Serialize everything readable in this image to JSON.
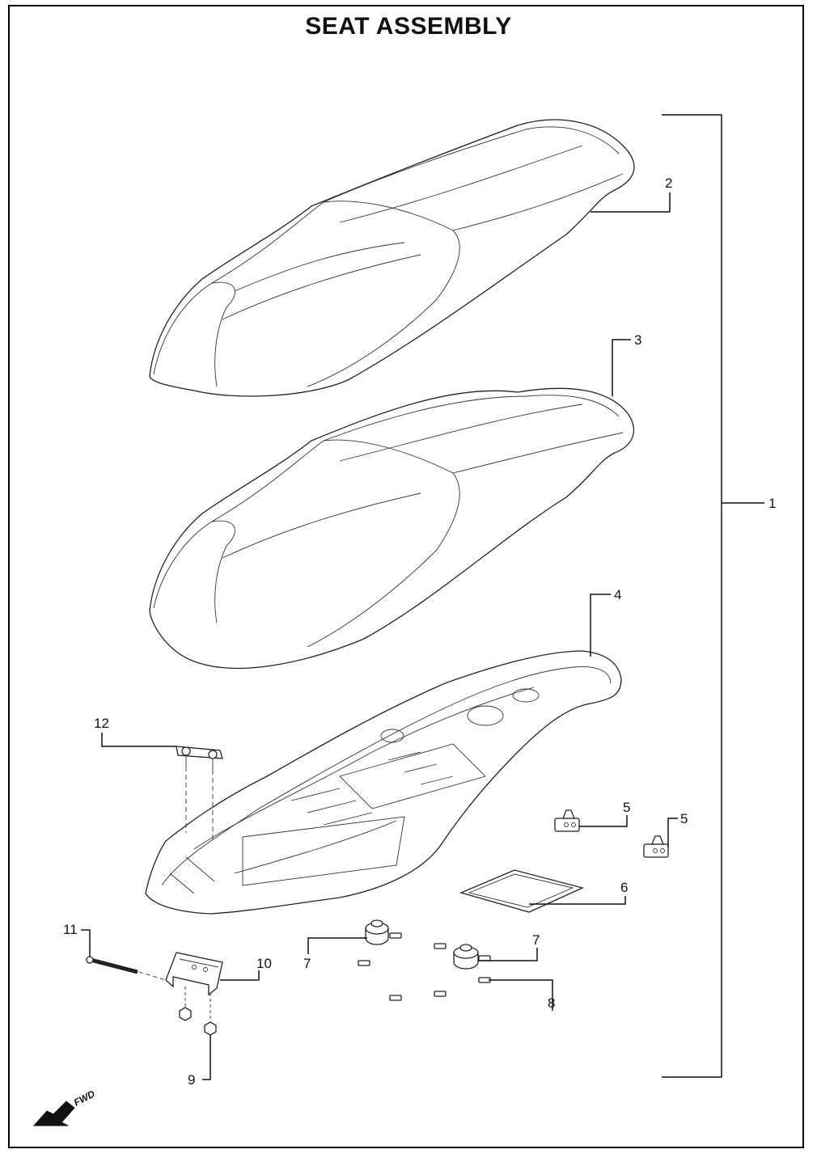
{
  "title": "SEAT ASSEMBLY",
  "callouts": [
    {
      "id": "c1",
      "label": "1"
    },
    {
      "id": "c2",
      "label": "2"
    },
    {
      "id": "c3",
      "label": "3"
    },
    {
      "id": "c4",
      "label": "4"
    },
    {
      "id": "c5a",
      "label": "5"
    },
    {
      "id": "c5b",
      "label": "5"
    },
    {
      "id": "c6",
      "label": "6"
    },
    {
      "id": "c7a",
      "label": "7"
    },
    {
      "id": "c7b",
      "label": "7"
    },
    {
      "id": "c8",
      "label": "8"
    },
    {
      "id": "c9",
      "label": "9"
    },
    {
      "id": "c10",
      "label": "10"
    },
    {
      "id": "c11",
      "label": "11"
    },
    {
      "id": "c12",
      "label": "12"
    }
  ],
  "direction_indicator": {
    "label": "FWD",
    "icon": "forward-arrow-icon"
  }
}
